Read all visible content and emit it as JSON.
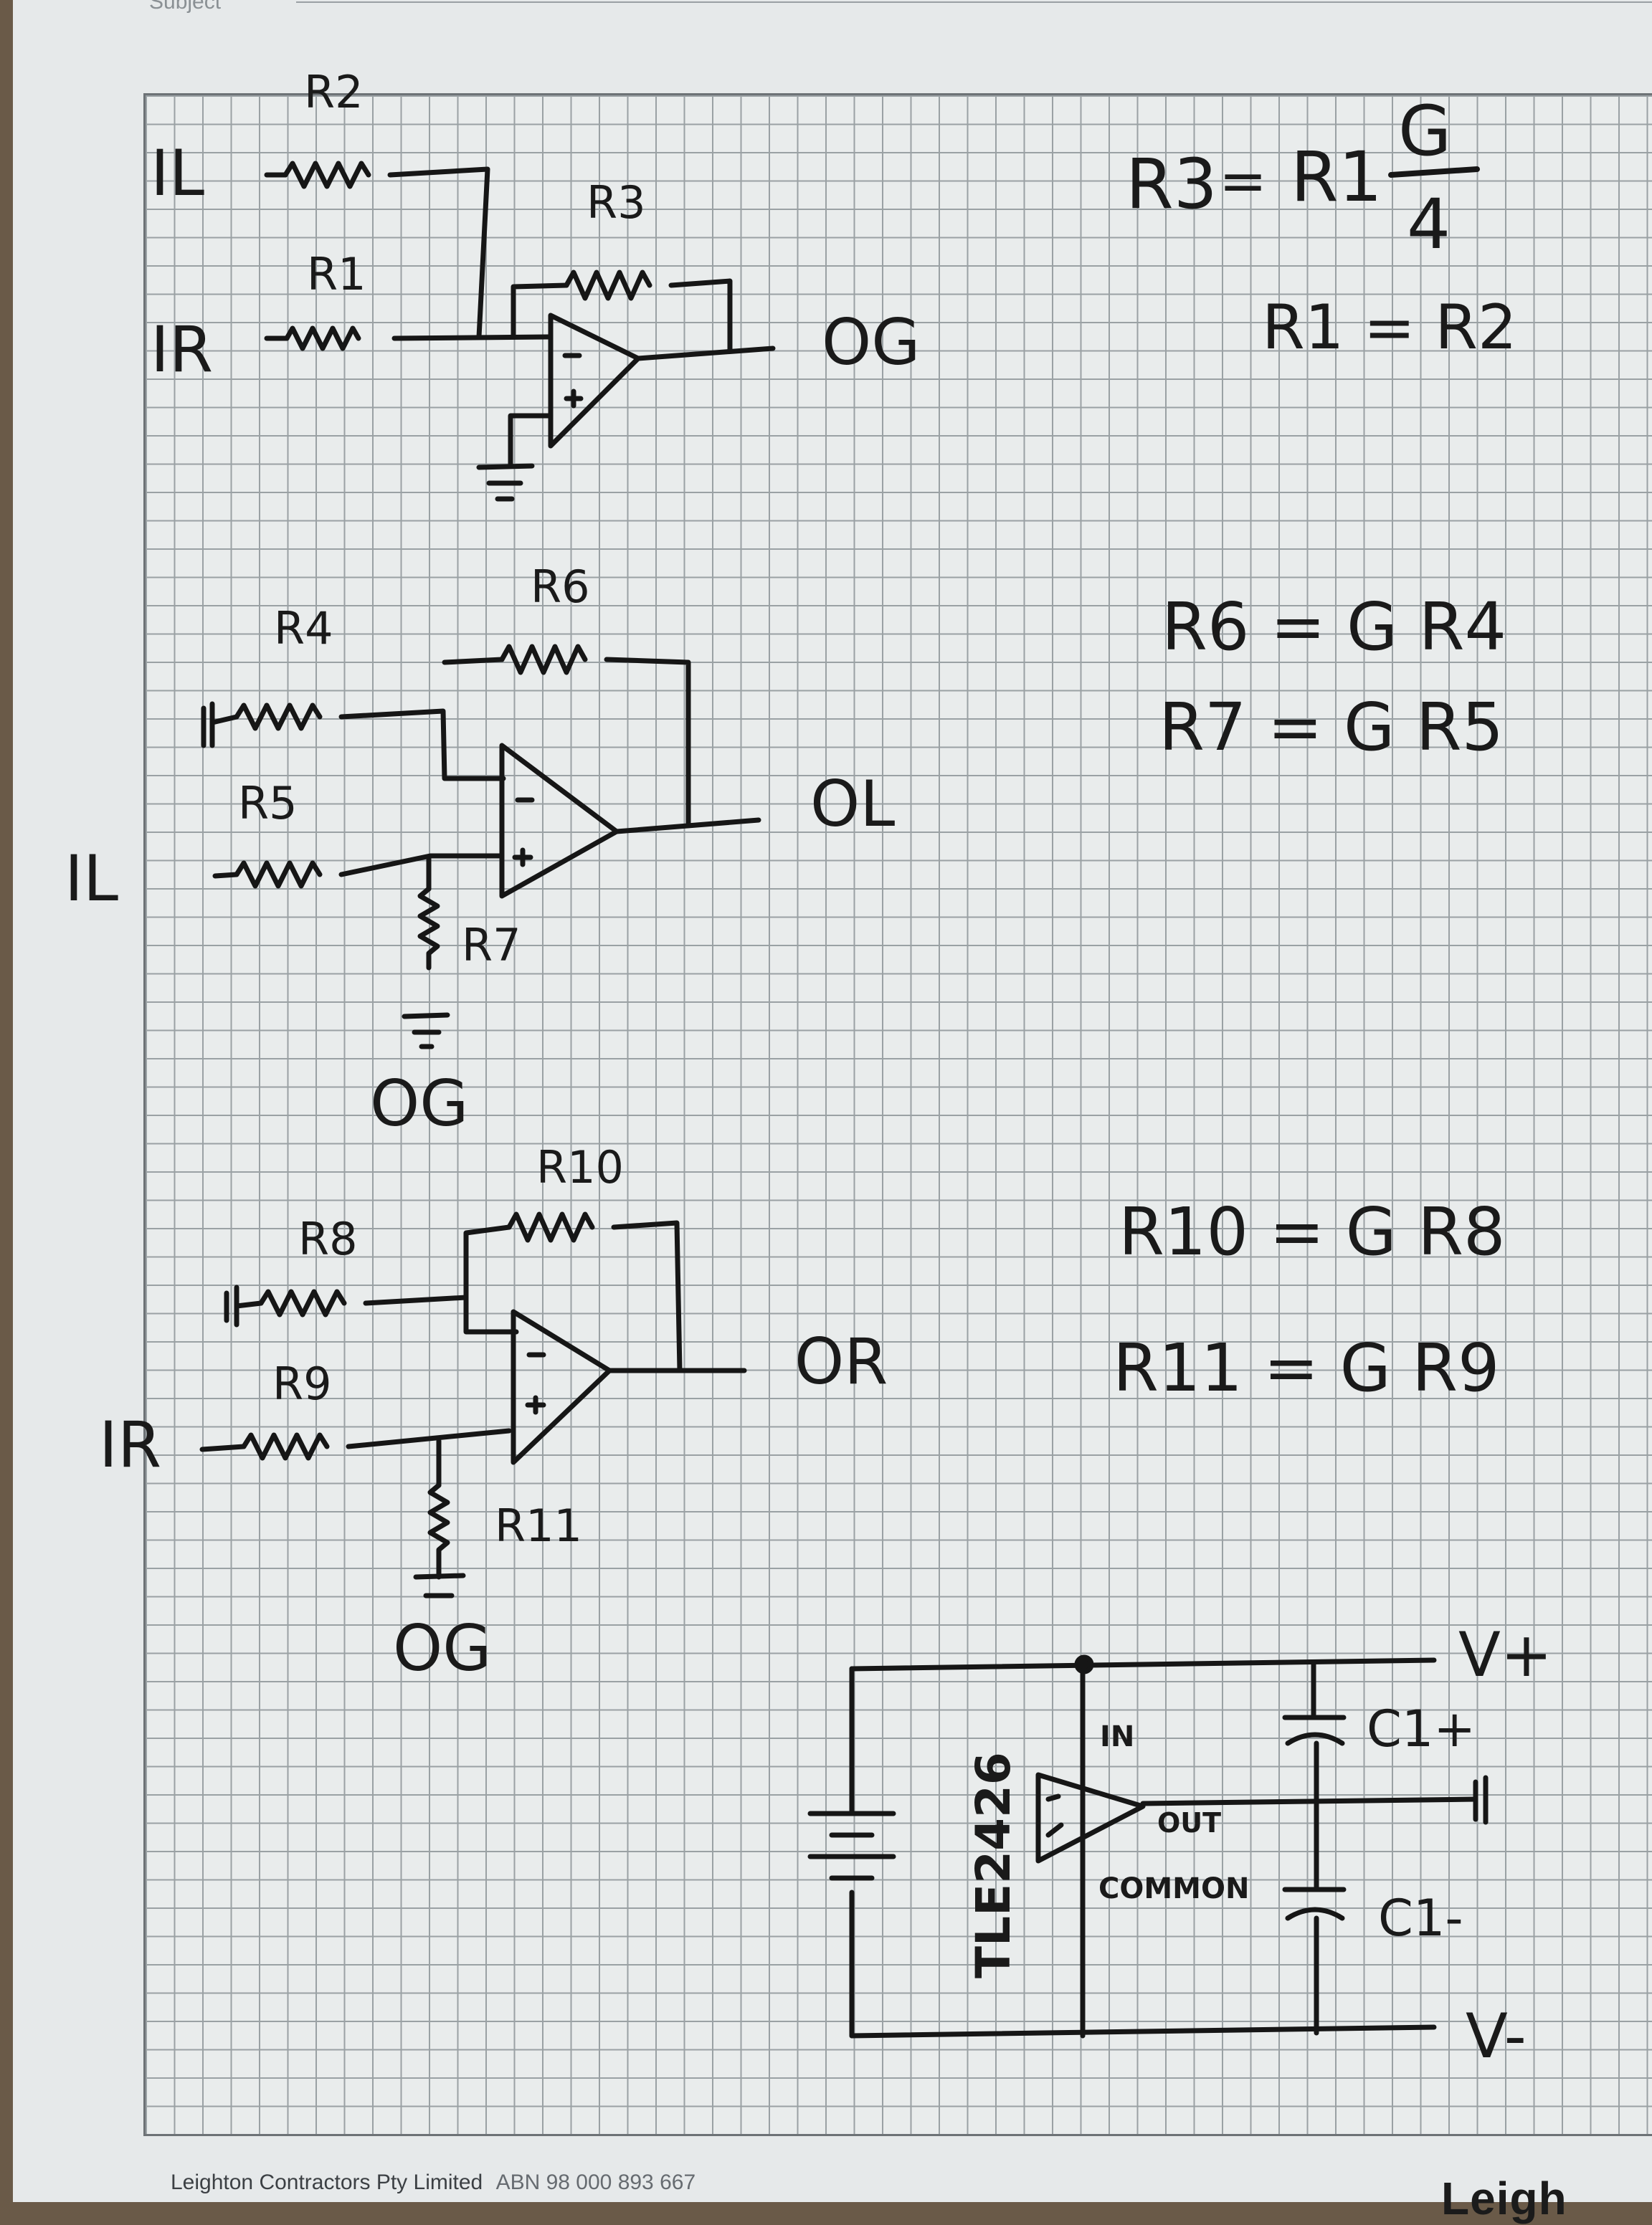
{
  "header": {
    "subject_label": "Subject"
  },
  "footer": {
    "company": "Leighton Contractors Pty Limited",
    "abn": "ABN 98 000 893 667",
    "brand": "Leigh"
  },
  "circuit1": {
    "in_top": "IL",
    "in_bottom": "IR",
    "output": "OG",
    "r_top": "R2",
    "r_bottom": "R1",
    "r_feedback": "R3"
  },
  "circuit2": {
    "in": "IL",
    "ground_ref": "OG",
    "output": "OL",
    "r_in_top": "R4",
    "r_in_bottom": "R5",
    "r_feedback": "R6",
    "r_shunt": "R7"
  },
  "circuit3": {
    "in": "IR",
    "ground_ref": "OG",
    "output": "OR",
    "r_in_top": "R8",
    "r_in_bottom": "R9",
    "r_feedback": "R10",
    "r_shunt": "R11"
  },
  "power": {
    "chip": "TLE2426",
    "pin_in": "IN",
    "pin_out": "OUT",
    "pin_common": "COMMON",
    "cap_top": "C1+",
    "cap_bottom": "C1-",
    "rail_pos": "V+",
    "rail_neg": "V-"
  },
  "equations": {
    "eq1_lhs": "R3",
    "eq1_eq": "=",
    "eq1_r": "R1",
    "eq1_num": "G",
    "eq1_den": "4",
    "eq2": "R1 = R2",
    "eq3": "R6 = G R4",
    "eq4": "R7 = G R5",
    "eq5": "R10 = G R8",
    "eq6": "R11 = G R9"
  }
}
